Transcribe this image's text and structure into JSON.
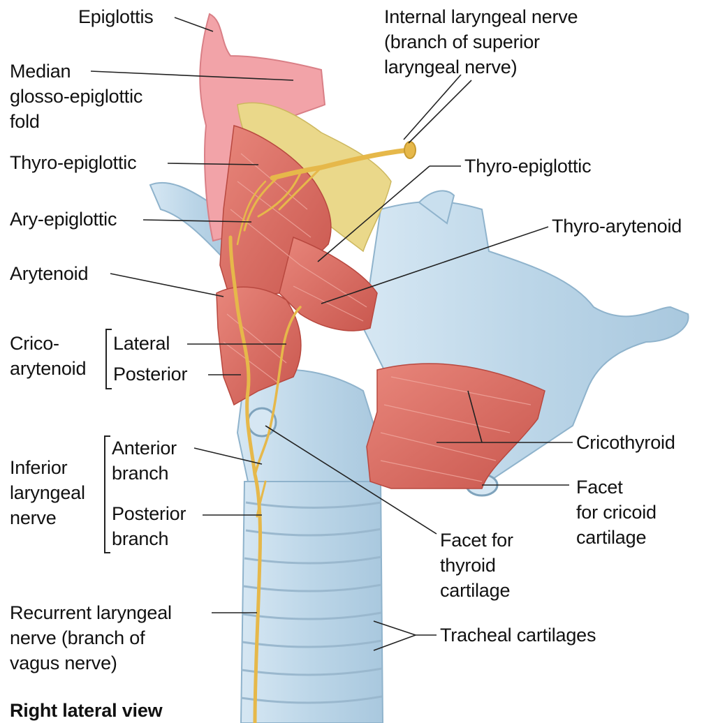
{
  "title": "Right lateral view",
  "labels": {
    "epiglottis": "Epiglottis",
    "internal_laryngeal_nerve": "Internal laryngeal nerve\n(branch of superior\nlaryngeal nerve)",
    "median_fold": "Median\nglosso-epiglottic\nfold",
    "thyro_epiglottic_left": "Thyro-epiglottic",
    "thyro_epiglottic_right": "Thyro-epiglottic",
    "ary_epiglottic": "Ary-epiglottic",
    "thyro_arytenoid": "Thyro-arytenoid",
    "arytenoid": "Arytenoid",
    "crico_arytenoid": "Crico-\narytenoid",
    "lateral": "Lateral",
    "posterior": "Posterior",
    "cricothyroid": "Cricothyroid",
    "inferior_laryngeal_nerve": "Inferior\nlaryngeal\nnerve",
    "anterior_branch": "Anterior\nbranch",
    "posterior_branch": "Posterior\nbranch",
    "facet_cricoid": "Facet\nfor cricoid\ncartilage",
    "facet_thyroid": "Facet for\nthyroid\ncartilage",
    "recurrent_laryngeal_nerve": "Recurrent laryngeal\nnerve (branch of\nvagus nerve)",
    "tracheal_cartilages": "Tracheal cartilages"
  },
  "colors": {
    "cartilage": "#bcd6e8",
    "cartilage_edge": "#8fb3cc",
    "muscle": "#d9685e",
    "muscle_light": "#e8938a",
    "epiglottis": "#f2a3a8",
    "nerve": "#e6b84a",
    "fat": "#ead88a",
    "leader": "#222222"
  }
}
